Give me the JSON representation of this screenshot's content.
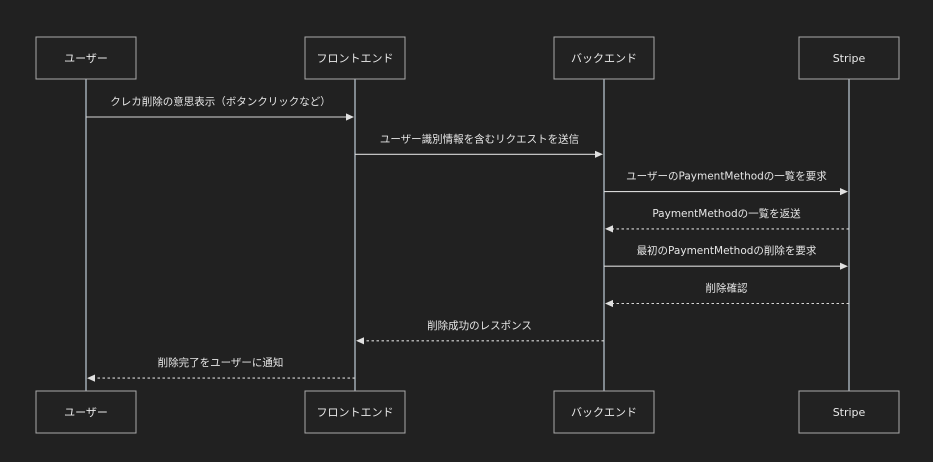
{
  "participants": [
    {
      "id": "user",
      "label": "ユーザー"
    },
    {
      "id": "frontend",
      "label": "フロントエンド"
    },
    {
      "id": "backend",
      "label": "バックエンド"
    },
    {
      "id": "stripe",
      "label": "Stripe"
    }
  ],
  "messages": [
    {
      "from": "user",
      "to": "frontend",
      "label": "クレカ削除の意思表示（ボタンクリックなど）",
      "style": "solid"
    },
    {
      "from": "frontend",
      "to": "backend",
      "label": "ユーザー識別情報を含むリクエストを送信",
      "style": "solid"
    },
    {
      "from": "backend",
      "to": "stripe",
      "label": "ユーザーのPaymentMethodの一覧を要求",
      "style": "solid"
    },
    {
      "from": "stripe",
      "to": "backend",
      "label": "PaymentMethodの一覧を返送",
      "style": "dashed"
    },
    {
      "from": "backend",
      "to": "stripe",
      "label": "最初のPaymentMethodの削除を要求",
      "style": "solid"
    },
    {
      "from": "stripe",
      "to": "backend",
      "label": "削除確認",
      "style": "dashed"
    },
    {
      "from": "backend",
      "to": "frontend",
      "label": "削除成功のレスポンス",
      "style": "dashed"
    },
    {
      "from": "frontend",
      "to": "user",
      "label": "削除完了をユーザーに通知",
      "style": "dashed"
    }
  ],
  "colors": {
    "background": "#212121",
    "line": "#d8d8d8",
    "lifeline": "#c0ccd8",
    "box_stroke": "#a9a9a9",
    "text": "#e6e6e6"
  }
}
